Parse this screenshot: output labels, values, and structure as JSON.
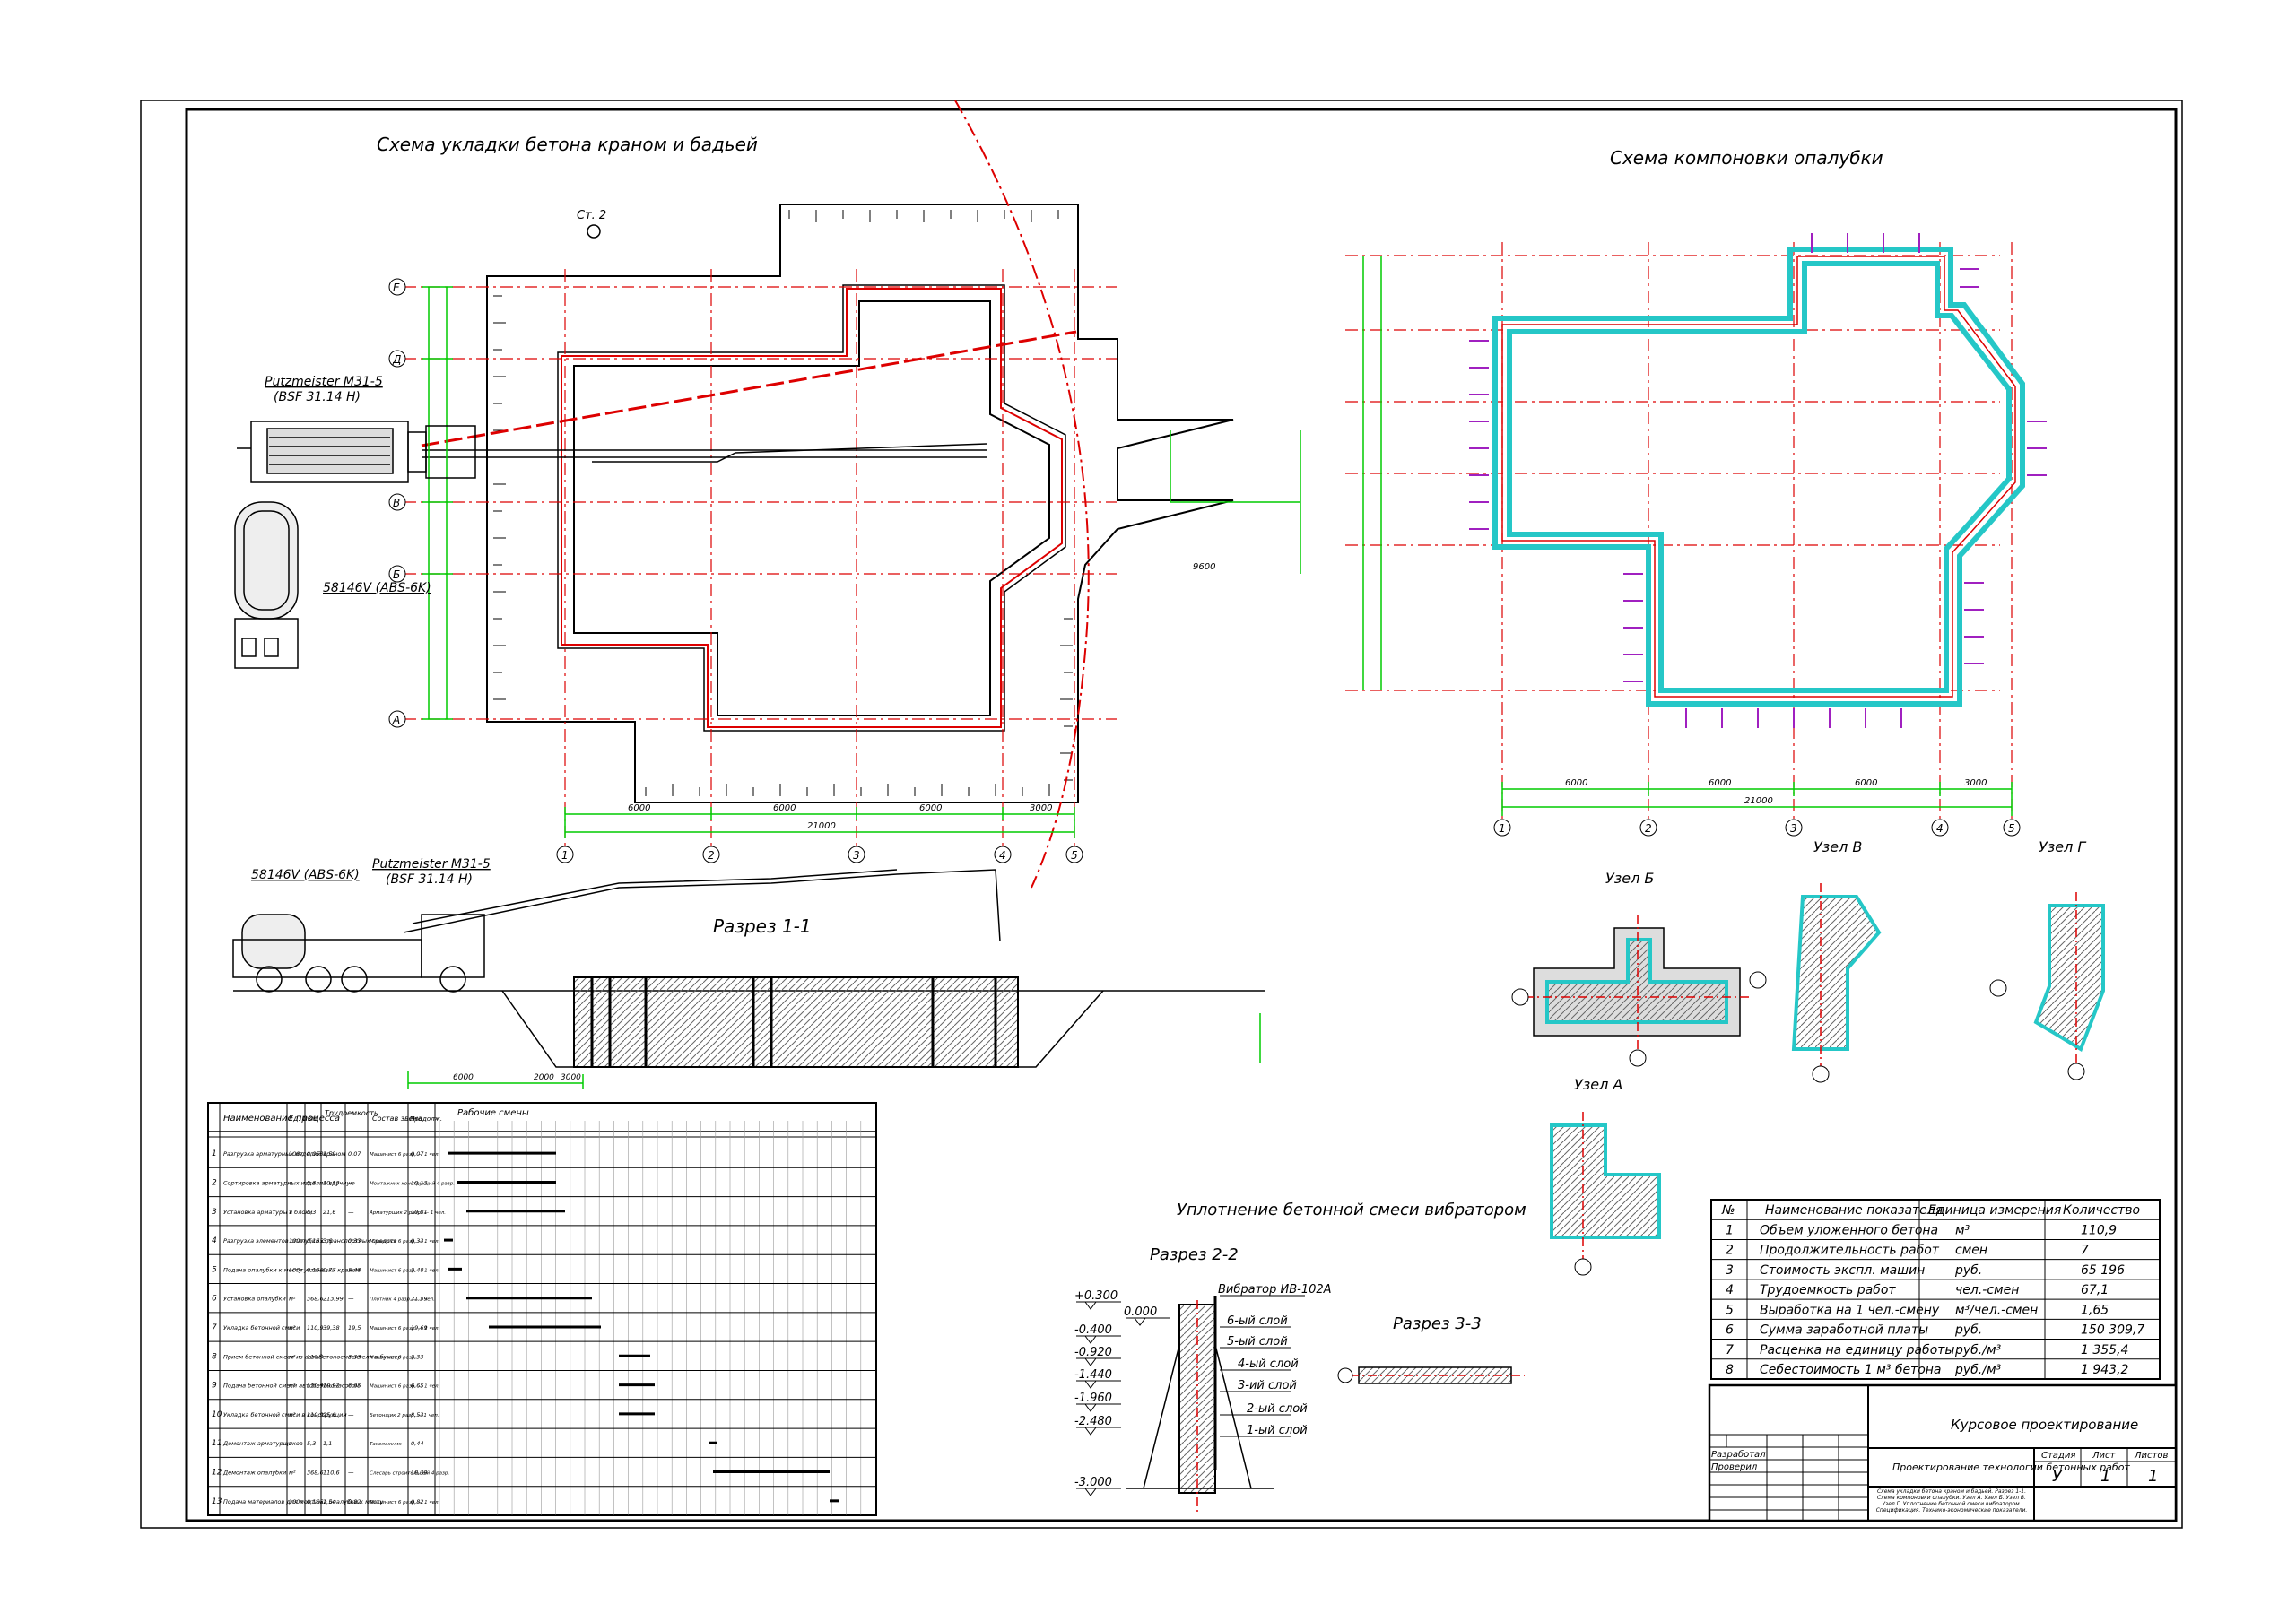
{
  "titles": {
    "crane_scheme": "Схема укладки бетона краном и бадьей",
    "formwork_scheme": "Схема компоновки опалубки",
    "section_1_1": "Разрез 1-1",
    "vibration": "Уплотнение бетонной смеси вибратором",
    "section_2_2": "Разрез 2-2",
    "section_3_3": "Разрез 3-3",
    "node_a": "Узел А",
    "node_b": "Узел Б",
    "node_v": "Узел В",
    "node_g": "Узел Г"
  },
  "equipment": {
    "pump_name": "Putzmeister M31-5",
    "pump_model": "(BSF 31.14 H)",
    "mixer": "58146V (ABS-6K)",
    "station": "Ст. 2",
    "vibrator": "Вибратор ИВ-102А"
  },
  "grid_axes": {
    "letters": [
      "Е",
      "Д",
      "В",
      "Б",
      "А"
    ],
    "numbers": [
      "1",
      "2",
      "3",
      "4",
      "5"
    ]
  },
  "dimensions": {
    "crane_spans": [
      "6000",
      "6000",
      "6000",
      "3000"
    ],
    "crane_total": "21000",
    "form_spans": [
      "6000",
      "6000",
      "6000",
      "3000"
    ],
    "form_total": "21000",
    "side_9600": "9600",
    "section_dims": [
      "6000",
      "2000",
      "3000"
    ]
  },
  "section_levels": [
    "+0.300",
    "0.000",
    "-0.400",
    "-0.920",
    "-1.440",
    "-1.960",
    "-2.480",
    "-3.000"
  ],
  "layers": [
    "6-ый слой",
    "5-ый слой",
    "4-ый слой",
    "3-ий слой",
    "2-ый слой",
    "1-ый слой"
  ],
  "schedule": {
    "header_name": "Наименование процесса",
    "header_unit": "Ед. изм.",
    "header_labor": "Трудоемкость",
    "header_crew": "Состав звена",
    "header_duration": "Продолж.",
    "header_days": "Рабочие смены",
    "rows": [
      {
        "n": "1",
        "name": "Разгрузка арматурных изделий краном",
        "unit": "100т",
        "v1": "0,053",
        "v2": "1,59",
        "v3": "0,07",
        "crew": "Машинист 6 разр. — 1 чел.",
        "d": "0,07"
      },
      {
        "n": "2",
        "name": "Сортировка арматурных изделий вручную",
        "unit": "т",
        "v1": "5,3",
        "v2": "10,13",
        "v3": "—",
        "crew": "Монтажник конструкций 4 разр.",
        "d": "10,13"
      },
      {
        "n": "3",
        "name": "Установка арматуры в блоки",
        "unit": "т",
        "v1": "5,3",
        "v2": "21,6",
        "v3": "—",
        "crew": "Арматурщик 2 разр. — 1 чел.",
        "d": "10,81"
      },
      {
        "n": "4",
        "name": "Разгрузка элементов опалубки с транспортных средств",
        "unit": "100т",
        "v1": "0,165",
        "v2": "3,6",
        "v3": "0,33",
        "crew": "Машинист 6 разр. — 1 чел.",
        "d": "0,33"
      },
      {
        "n": "5",
        "name": "Подача опалубки к месту установки краном",
        "unit": "100т",
        "v1": "0,165",
        "v2": "0,77",
        "v3": "3,48",
        "crew": "Машинист 6 разр. — 1 чел.",
        "d": "3,48"
      },
      {
        "n": "6",
        "name": "Установка опалубки",
        "unit": "м²",
        "v1": "368,6",
        "v2": "213,99",
        "v3": "—",
        "crew": "Плотник 4 разр. — 1 чел.",
        "d": "21,39"
      },
      {
        "n": "7",
        "name": "Укладка бетонной смеси",
        "unit": "м³",
        "v1": "110,9",
        "v2": "39,38",
        "v3": "19,5",
        "crew": "Машинист 6 разр. — 1 чел.",
        "d": "19,69"
      },
      {
        "n": "8",
        "name": "Прием бетонной смеси из автобетоносмесителя в бункер",
        "unit": "м³",
        "v1": "110,9",
        "v2": "—",
        "v3": "3,33",
        "crew": "Машинист 6 разр.",
        "d": "3,33"
      },
      {
        "n": "9",
        "name": "Подача бетонной смеси автобетононасосом",
        "unit": "м³",
        "v1": "110,9",
        "v2": "10,92",
        "v3": "6,65",
        "crew": "Машинист 6 разр. — 1 чел.",
        "d": "6,65"
      },
      {
        "n": "10",
        "name": "Укладка бетонной смеси в конструкции",
        "unit": "м³",
        "v1": "110,9",
        "v2": "25,6",
        "v3": "—",
        "crew": "Бетонщик 2 разр. — 1 чел.",
        "d": "8,53"
      },
      {
        "n": "11",
        "name": "Демонтаж арматурщиков",
        "unit": "т",
        "v1": "5,3",
        "v2": "1,1",
        "v3": "—",
        "crew": "Такелажник",
        "d": "0,44"
      },
      {
        "n": "12",
        "name": "Демонтаж опалубки",
        "unit": "м²",
        "v1": "368,6",
        "v2": "110,6",
        "v3": "—",
        "crew": "Слесарь строительный 4 разр.",
        "d": "18,39"
      },
      {
        "n": "13",
        "name": "Подача материалов для монтажа опалубки к месту",
        "unit": "100т",
        "v1": "0,165",
        "v2": "1,54",
        "v3": "0,82",
        "crew": "Машинист 6 разр. — 1 чел.",
        "d": "0,82"
      }
    ]
  },
  "indicators": {
    "headers": [
      "№",
      "Наименование показателя",
      "Единица измерения",
      "Количество"
    ],
    "rows": [
      [
        "1",
        "Объем уложенного бетона",
        "м³",
        "110,9"
      ],
      [
        "2",
        "Продолжительность работ",
        "смен",
        "7"
      ],
      [
        "3",
        "Стоимость экспл. машин",
        "руб.",
        "65 196"
      ],
      [
        "4",
        "Трудоемкость работ",
        "чел.-смен",
        "67,1"
      ],
      [
        "5",
        "Выработка на 1 чел.-смену",
        "м³/чел.-смен",
        "1,65"
      ],
      [
        "6",
        "Сумма заработной платы",
        "руб.",
        "150 309,7"
      ],
      [
        "7",
        "Расценка на единицу работы",
        "руб./м³",
        "1 355,4"
      ],
      [
        "8",
        "Себестоимость 1 м³ бетона",
        "руб./м³",
        "1 943,2"
      ]
    ]
  },
  "title_block": {
    "course": "Курсовое проектирование",
    "project": "Проектирование технологии бетонных работ",
    "stage_label": "Стадия",
    "sheet_label": "Лист",
    "sheets_label": "Листов",
    "stage": "У",
    "sheet": "1",
    "sheets": "1",
    "developed": "Разработал",
    "checked": "Проверил",
    "description": "Схема укладки бетона краном и бадьей. Разрез 1-1. Схема компоновки опалубки. Узел А. Узел Б. Узел В. Узел Г. Уплотнение бетонной смеси вибратором. Спецификация. Технико-экономические показатели."
  }
}
